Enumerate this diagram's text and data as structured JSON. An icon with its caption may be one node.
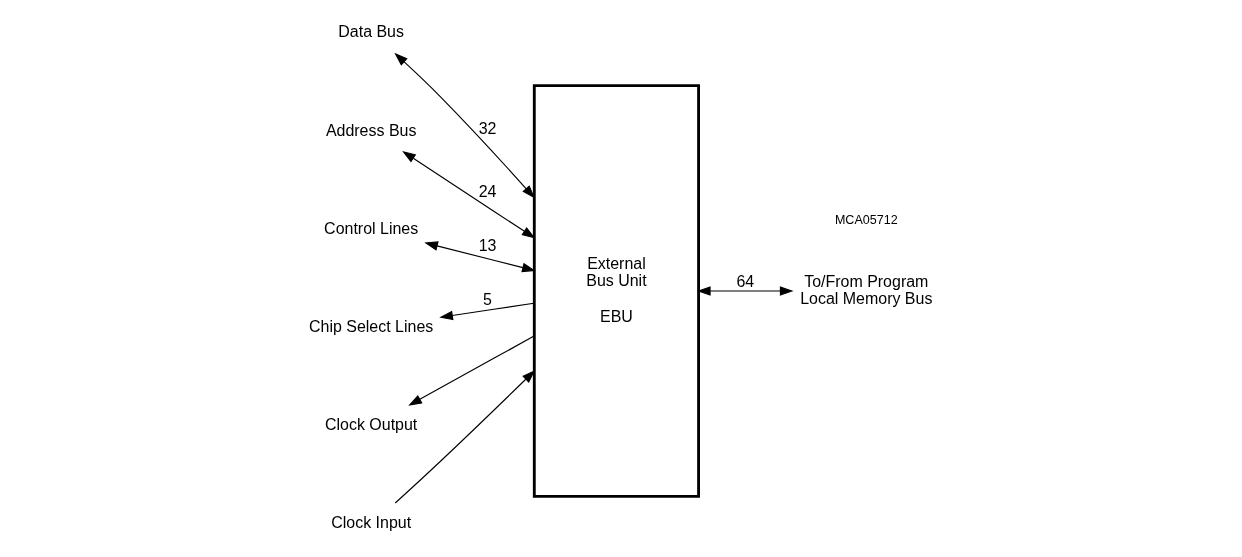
{
  "diagram": {
    "nodes": [
      {
        "text": [
          "External Bus Unit",
          "EBU"
        ]
      },
      {
        "text": [
          "Data Bus"
        ]
      },
      {
        "text": [
          "Address Bus"
        ]
      },
      {
        "text": [
          "Control Lines"
        ]
      },
      {
        "text": [
          "Chip Select Lines"
        ]
      },
      {
        "text": [
          "Clock Output"
        ]
      },
      {
        "text": [
          "Clock Input"
        ]
      },
      {
        "text": [
          "To/From Program Local Memory Bus"
        ]
      }
    ],
    "edges": [
      {
        "from": 1,
        "to": 0,
        "arrow": "both",
        "label": "32"
      },
      {
        "from": 2,
        "to": 0,
        "arrow": "both",
        "label": "24"
      },
      {
        "from": 3,
        "to": 0,
        "arrow": "both",
        "label": "13"
      },
      {
        "from": 0,
        "to": 4,
        "arrow": "to",
        "label": "5"
      },
      {
        "from": 0,
        "to": 5,
        "arrow": "to"
      },
      {
        "from": 6,
        "to": 0,
        "arrow": "to"
      },
      {
        "from": 0,
        "to": 7,
        "arrow": "both",
        "label": "64"
      }
    ],
    "labels": [
      "MCA05712"
    ]
  }
}
